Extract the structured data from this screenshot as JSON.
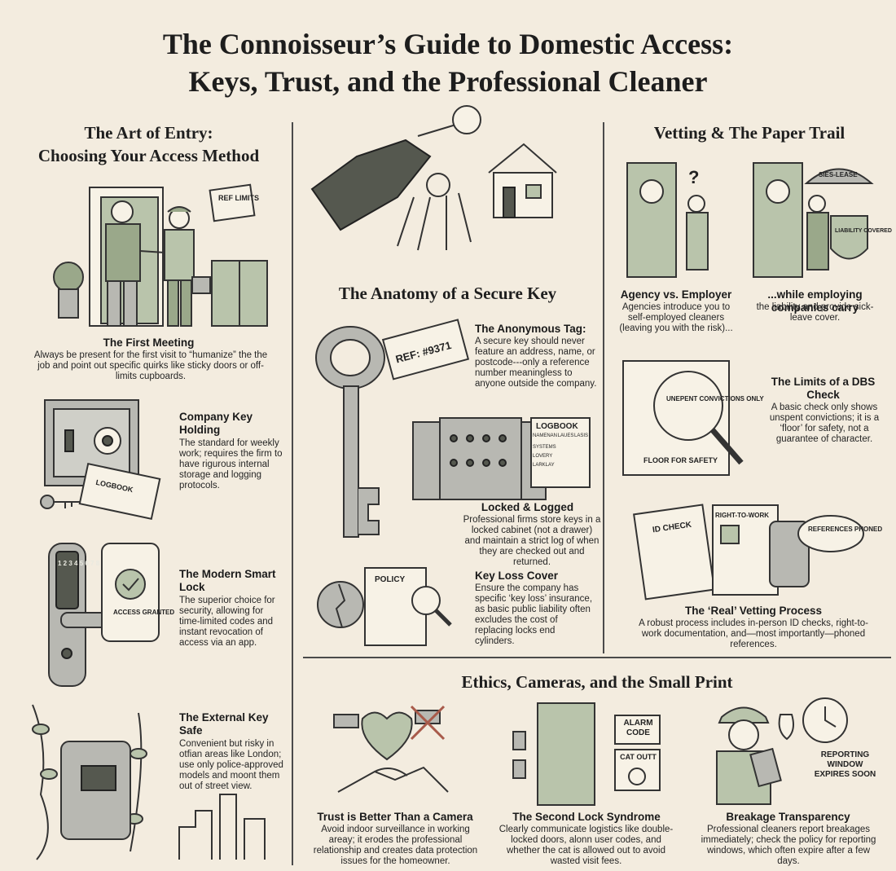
{
  "header": {
    "title_line1": "The Connoisseur’s Guide to Domestic Access:",
    "title_line2": "Keys, Trust, and the Professional Cleaner"
  },
  "left": {
    "heading_line1": "The Art of Entry:",
    "heading_line2": "Choosing Your Access Method",
    "sign_text": "REF LIMITS",
    "logbook_label": "LOGBOOK",
    "smartlock_screen": "ACCESS GRANTED",
    "keypad": "1 2 3 4 5 6 7 8 9 E 0 P",
    "items": [
      {
        "title": "The First Meeting",
        "body": "Always be present for the first visit to “humanize” the the job and point out specific quirks like sticky doors or off-limits cupboards."
      },
      {
        "title": "Company Key Holding",
        "body": "The standard for weekly work; requires the firm to have rigurous internal storage and logging protocols."
      },
      {
        "title": "The Modern Smart Lock",
        "body": "The superior choice for security, allowing for time-limited codes and instant revocation of access via an app."
      },
      {
        "title": "The External Key Safe",
        "body": "Convenient but risky in otfian areas like London; use only police-approved models and moont them out of street view."
      }
    ]
  },
  "middle": {
    "heading": "The Anatomy of a Secure Key",
    "tag_text": "REF: #9371",
    "logbook_title": "LOGBOOK",
    "logbook_rows": [
      "SYSTEMS",
      "LOVERY",
      "LARKLAY"
    ],
    "logbook_cols": [
      "NAMENAN",
      "LAUES",
      "LASIS"
    ],
    "policy_label": "POLICY",
    "items": [
      {
        "title": "The Anonymous Tag:",
        "body": "A secure key should never feature an address, name, or postcode---only a reference number meaningless to anyone outside the company."
      },
      {
        "title": "Locked & Logged",
        "body": "Professional firms store keys in a locked cabinet (not a drawer) and maintain a strict log of when they are checked out and returned."
      },
      {
        "title": "Key Loss Cover",
        "body": "Ensure the company has specific ‘key loss’ insurance, as basic public liability often excludes the cost of replacing locks end cylinders."
      }
    ]
  },
  "right": {
    "heading": "Vetting & The Paper Trail",
    "umbrella_text": "SIES-LEASE",
    "shield_text": "LIABILITY COVERED",
    "magnifier_text": "UNEPENT CONVICTIONS ONLY",
    "floor_text": "FLOOR FOR SAFETY",
    "doc1": "ID CHECK",
    "doc2": "RIGHT-TO-WORK",
    "bubble": "REFERENCES PHONED",
    "items": [
      {
        "title": "Agency vs. Employer",
        "body": "Agencies introduce you to self-employed cleaners (leaving you with the risk)..."
      },
      {
        "title": "...while employing companies carry",
        "body": "the liability and provide sick-leave cover."
      },
      {
        "title": "The Limits of a DBS Check",
        "body": "A basic check only shows unspent convictions; it is a ‘floor’ for safety, not a guarantee of character."
      },
      {
        "title": "The ‘Real’ Vetting Process",
        "body": "A robust process includes in-person ID checks, right-to-work documentation, and—most importantly—phoned references."
      }
    ]
  },
  "bottom": {
    "heading": "Ethics, Cameras, and the Small Print",
    "alarm_text": "ALARM CODE",
    "cat_text": "CAT OUTT",
    "report_text": "REPORTING WINDOW EXPIRES SOON",
    "items": [
      {
        "title": "Trust is Better Than a Camera",
        "body": "Avoid indoor surveillance in working areay; it erodes the professional relationship and creates data protection issues for the homeowner."
      },
      {
        "title": "The Second Lock Syndrome",
        "body": "Clearly communicate logistics like double-locked doors, alonn user codes, and whether the cat is allowed out to avoid wasted visit fees."
      },
      {
        "title": "Breakage Transparency",
        "body": "Professional cleaners report breakages immediately; check the policy for reporting windows, which often expire after a few days."
      }
    ]
  },
  "colors": {
    "background": "#f3ecdf",
    "sage": "#b9c4ab",
    "ink": "#222222"
  }
}
